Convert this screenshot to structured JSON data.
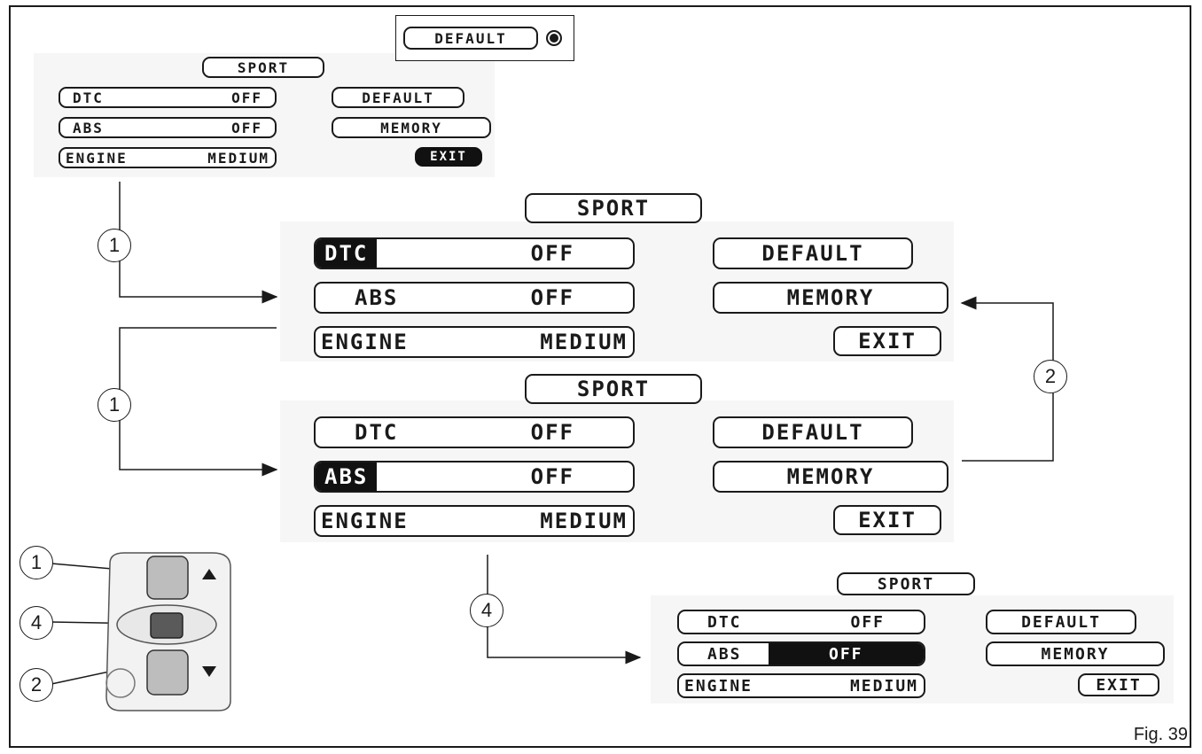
{
  "figure_label": "Fig. 39",
  "labels": {
    "sport": "SPORT",
    "dtc": "DTC",
    "abs": "ABS",
    "engine": "ENGINE",
    "off": "OFF",
    "medium": "MEDIUM",
    "default": "DEFAULT",
    "memory": "MEMORY",
    "exit": "EXIT"
  },
  "callouts": {
    "c1": "1",
    "c2": "2",
    "c4": "4"
  },
  "colors": {
    "line": "#1a1a1a",
    "highlight": "#111111",
    "panel": "#f6f6f6"
  },
  "icons": {
    "up": "up-arrow-icon",
    "down": "down-arrow-icon",
    "selected": "selected-dot-icon"
  }
}
